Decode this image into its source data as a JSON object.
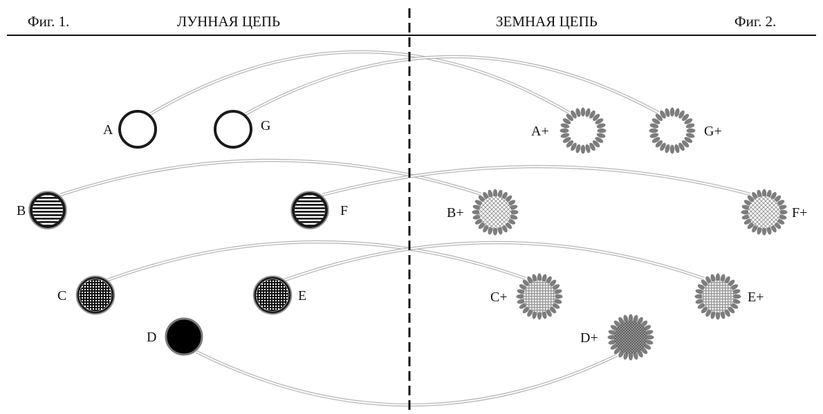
{
  "header": {
    "fig_left": "Фиг. 1.",
    "title_left": "ЛУННАЯ ЦЕПЬ",
    "title_right": "ЗЕМНАЯ ЦЕПЬ",
    "fig_right": "Фиг. 2."
  },
  "lunar_chain": {
    "globes": [
      {
        "id": "A",
        "label": "A",
        "fill": "ring"
      },
      {
        "id": "G",
        "label": "G",
        "fill": "ring"
      },
      {
        "id": "B",
        "label": "B",
        "fill": "horizontal-lines"
      },
      {
        "id": "F",
        "label": "F",
        "fill": "horizontal-lines"
      },
      {
        "id": "C",
        "label": "C",
        "fill": "grid"
      },
      {
        "id": "E",
        "label": "E",
        "fill": "grid"
      },
      {
        "id": "D",
        "label": "D",
        "fill": "solid-black"
      }
    ]
  },
  "earth_chain": {
    "globes": [
      {
        "id": "A+",
        "label": "A+",
        "fill": "ring-rayed"
      },
      {
        "id": "G+",
        "label": "G+",
        "fill": "ring-rayed"
      },
      {
        "id": "B+",
        "label": "B+",
        "fill": "crosshatch-rayed"
      },
      {
        "id": "F+",
        "label": "F+",
        "fill": "crosshatch-rayed"
      },
      {
        "id": "C+",
        "label": "C+",
        "fill": "dense-grid-rayed"
      },
      {
        "id": "E+",
        "label": "E+",
        "fill": "dense-grid-rayed"
      },
      {
        "id": "D+",
        "label": "D+",
        "fill": "dark-dense-rayed"
      }
    ]
  },
  "links": [
    {
      "from": "A",
      "to": "A+"
    },
    {
      "from": "G",
      "to": "G+"
    },
    {
      "from": "B",
      "to": "B+"
    },
    {
      "from": "F",
      "to": "F+"
    },
    {
      "from": "C",
      "to": "C+"
    },
    {
      "from": "E",
      "to": "E+"
    },
    {
      "from": "D",
      "to": "D+"
    }
  ],
  "colors": {
    "ink": "#111111",
    "link_line": "#b5b5b5",
    "earth_globe": "#8a8a8a",
    "divider": "#111111"
  }
}
